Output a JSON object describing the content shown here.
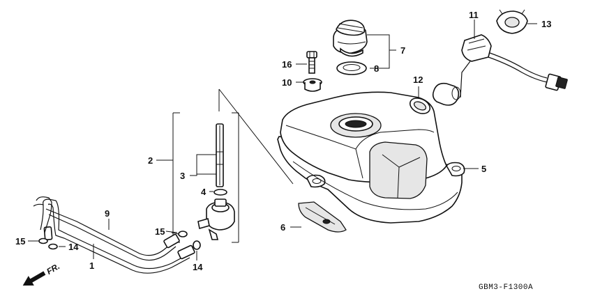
{
  "diagram": {
    "code": "GBM3-F1300A",
    "direction_label": "FR.",
    "callouts": {
      "c1": "1",
      "c2": "2",
      "c3": "3",
      "c4": "4",
      "c5": "5",
      "c6": "6",
      "c7": "7",
      "c8": "8",
      "c9": "9",
      "c10": "10",
      "c11": "11",
      "c12": "12",
      "c13": "13",
      "c14a": "14",
      "c14b": "14",
      "c15a": "15",
      "c15b": "15",
      "c16": "16"
    }
  }
}
